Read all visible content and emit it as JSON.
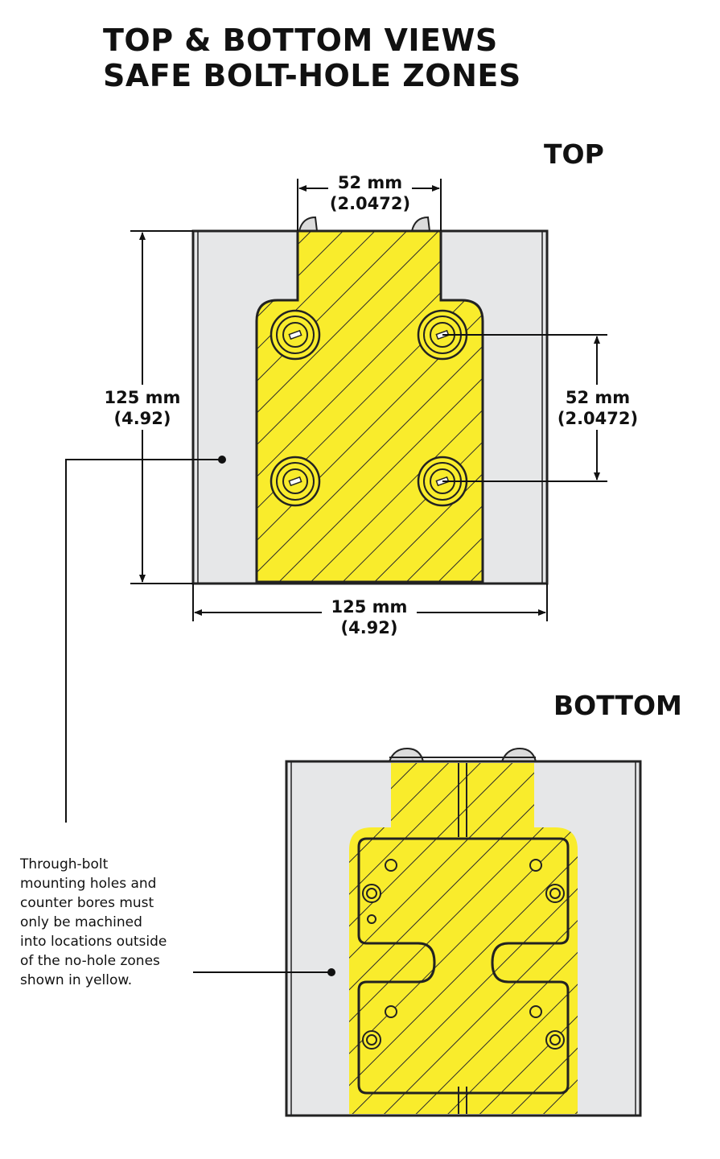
{
  "title": {
    "line1": "TOP & BOTTOM VIEWS",
    "line2": "SAFE BOLT-HOLE ZONES"
  },
  "views": {
    "top": "TOP",
    "bottom": "BOTTOM"
  },
  "dimensions": {
    "top_width": {
      "mm": "52 mm",
      "inch": "(2.0472)"
    },
    "height": {
      "mm": "125 mm",
      "inch": "(4.92)"
    },
    "hole_spacing": {
      "mm": "52 mm",
      "inch": "(2.0472)"
    },
    "base_width": {
      "mm": "125 mm",
      "inch": "(4.92)"
    }
  },
  "note": {
    "lines": [
      "Through-bolt",
      "mounting holes and",
      "counter bores must",
      "only be machined",
      "into locations outside",
      "of the no-hole zones",
      "shown in yellow."
    ]
  },
  "colors": {
    "zone_yellow": "#f9ec2c",
    "plate_gray": "#e6e7e8",
    "outline": "#222222"
  }
}
